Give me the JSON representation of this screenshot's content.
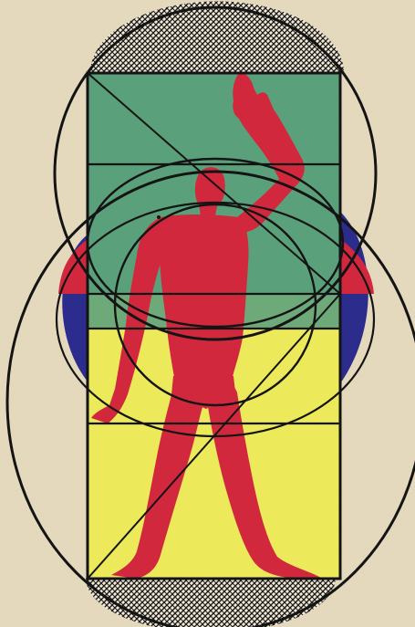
{
  "colors": {
    "paper": "#e8dcc0",
    "upper_panel": "#5aa07a",
    "lower_panel": "#ecea5a",
    "figure": "#d1283e",
    "side_blue": "#2c2c8c",
    "side_red": "#d1283e",
    "ink": "#141414"
  },
  "icons": {
    "figure": "modulor-man-figure",
    "top_cap": "crosshatched-circle-cap",
    "bottom_cap": "crosshatched-circle-cap"
  }
}
